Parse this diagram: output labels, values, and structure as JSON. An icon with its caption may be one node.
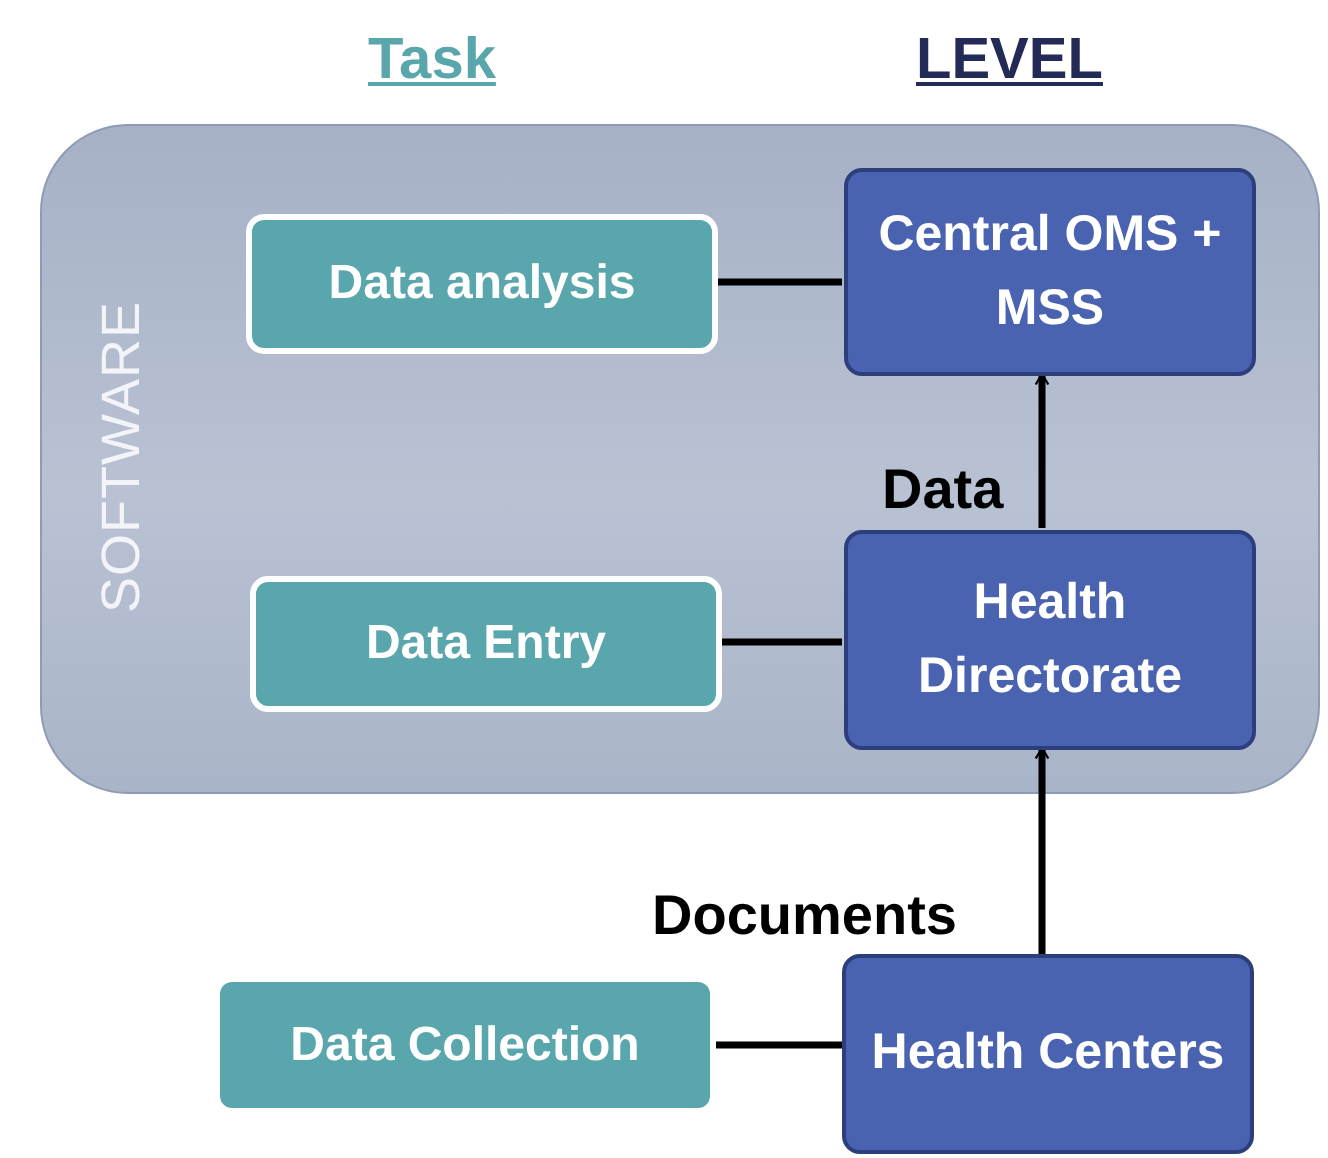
{
  "diagram": {
    "nodes": [
      {
        "text": [
          "SOFTWARE"
        ]
      },
      {
        "text": [
          "Data analysis"
        ],
        "in": 0
      },
      {
        "text": [
          "Central OMS + MSS"
        ],
        "in": 0
      },
      {
        "text": [
          "Data Entry"
        ],
        "in": 0
      },
      {
        "text": [
          "Health Directorate"
        ],
        "in": 0
      },
      {
        "text": [
          "Data Collection"
        ]
      },
      {
        "text": [
          "Health Centers"
        ]
      }
    ],
    "edges": [
      {
        "from": 1,
        "to": 2,
        "arrow": "none"
      },
      {
        "from": 3,
        "to": 4,
        "arrow": "none"
      },
      {
        "from": 4,
        "to": 2,
        "arrow": "to",
        "label": "Data"
      },
      {
        "from": 6,
        "to": 4,
        "arrow": "to",
        "label": "Documents"
      },
      {
        "from": 5,
        "to": 6,
        "arrow": "none"
      }
    ],
    "labels": [
      "Task",
      "LEVEL"
    ]
  }
}
